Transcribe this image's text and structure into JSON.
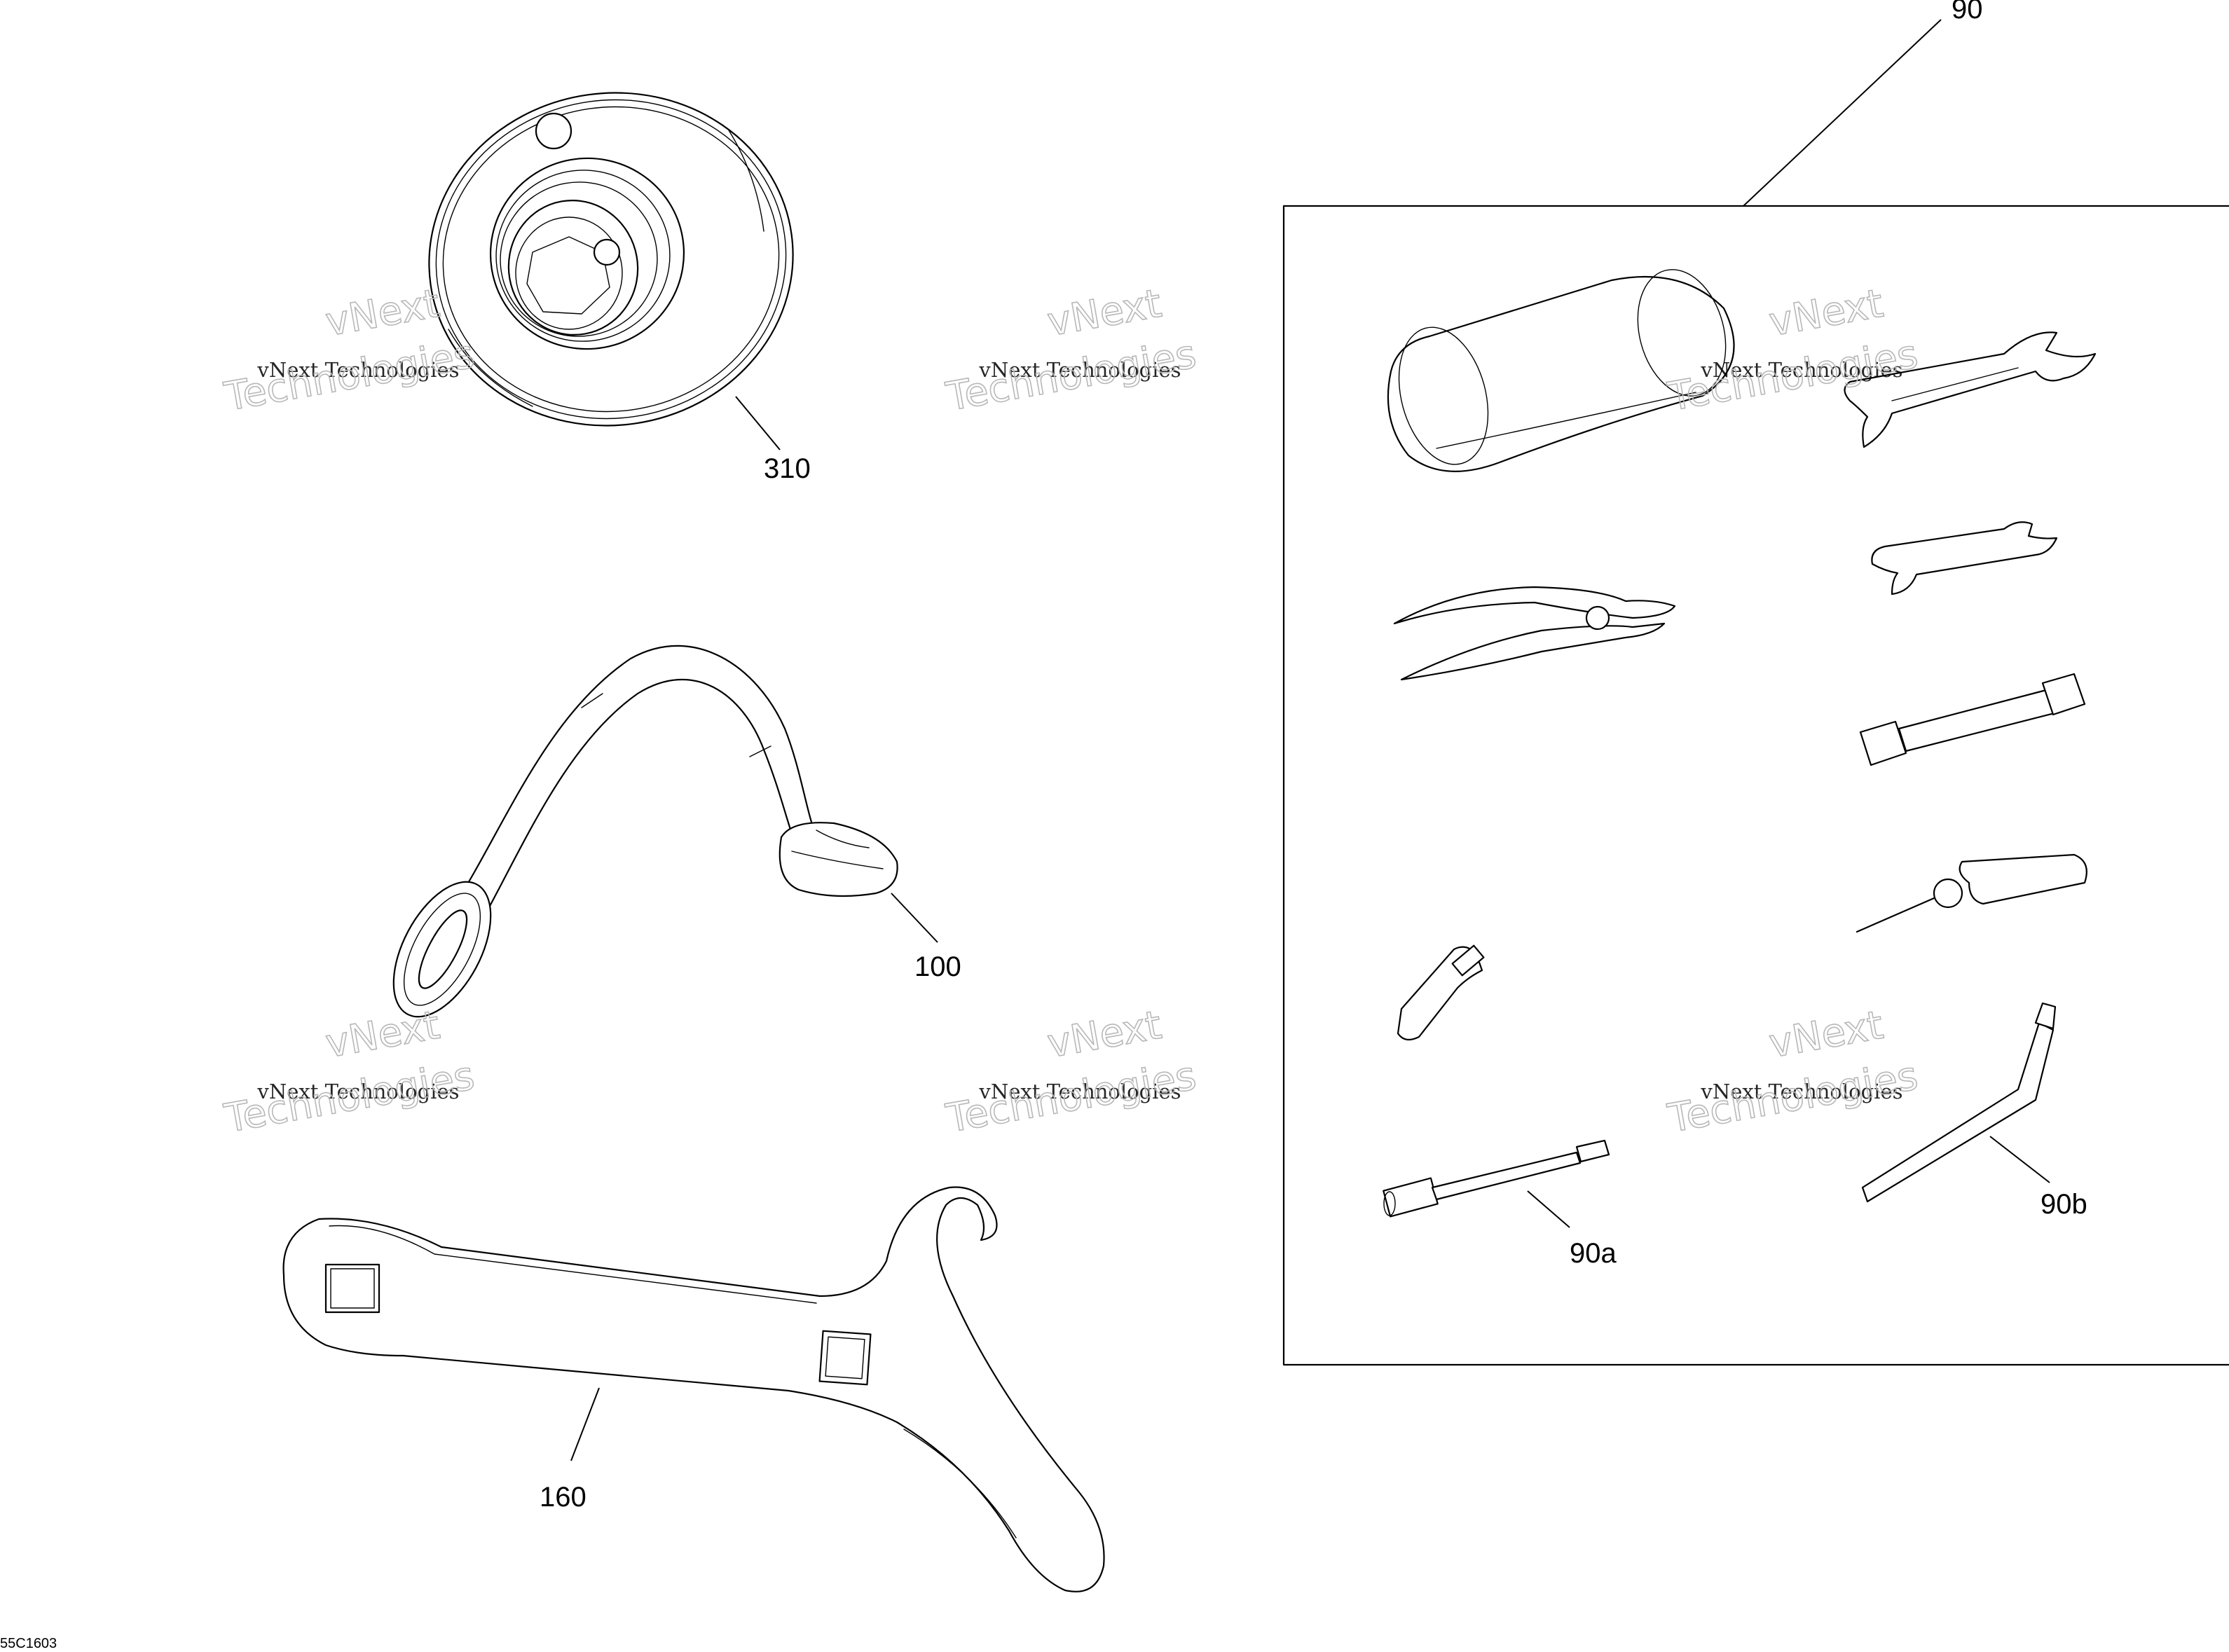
{
  "callouts": {
    "retainer": "310",
    "kit": "90",
    "strap": "100",
    "spanner": "160",
    "extension": "90a",
    "torx_key": "90b"
  },
  "watermark": {
    "line": "vNext Technologies",
    "big_top": "vNext",
    "big_bottom": "Technologies"
  },
  "drawing_code": "55C1603",
  "icons": {
    "kit_tools": [
      "tool-bag-icon",
      "open-wrench-icon",
      "pliers-icon",
      "socket-wrench-icon",
      "screwdriver-icon",
      "spark-plug-tool-icon",
      "extension-bar-icon",
      "l-key-icon"
    ]
  }
}
